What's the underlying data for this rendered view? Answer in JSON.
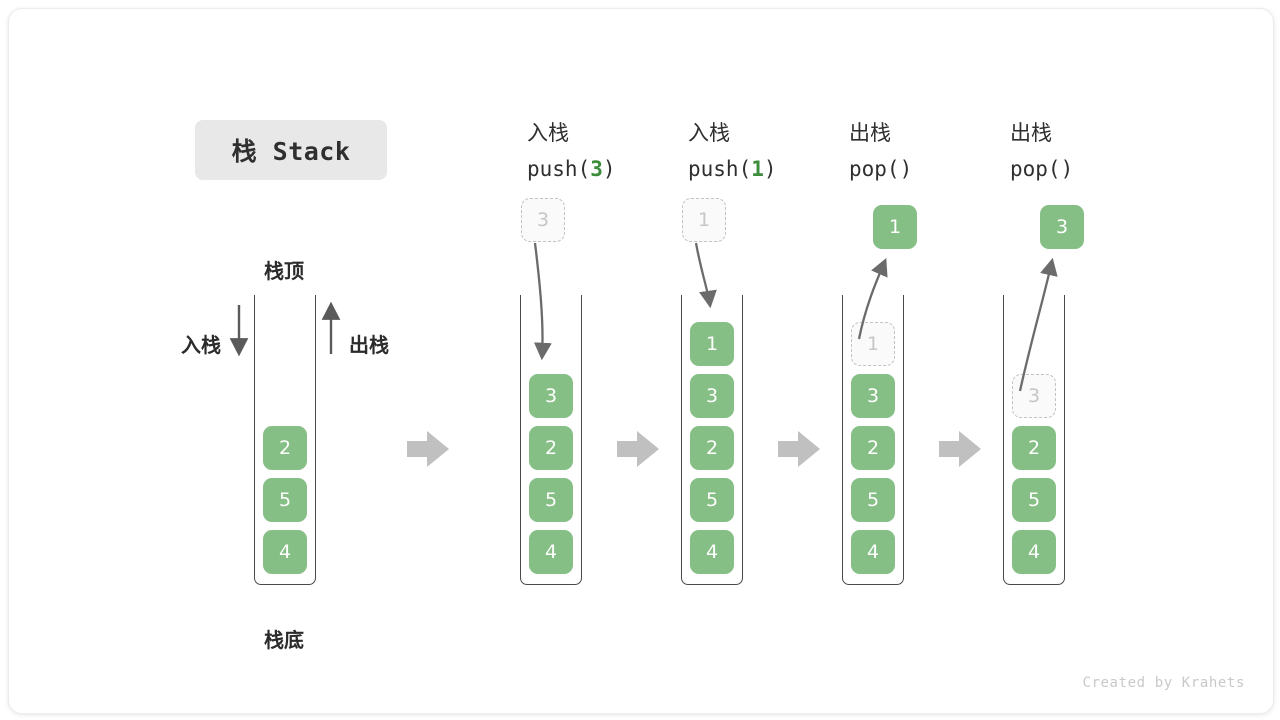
{
  "title": {
    "chip_label": "栈 Stack"
  },
  "legend": {
    "top_label": "栈顶",
    "bottom_label": "栈底",
    "push_label": "入栈",
    "pop_label": "出栈"
  },
  "footer": {
    "credit": "Created by Krahets"
  },
  "colors": {
    "element_fill": "#85bf85",
    "element_text": "#ffffff",
    "ghost_fill": "#fafafa",
    "ghost_border": "#c2c2c2",
    "ghost_text": "#c6c6c6",
    "frame_stroke": "#4a4a4a",
    "flow_arrow": "#c0c0c0",
    "motion_arrow": "#6b6b6b",
    "accent_green": "#3c8c3c",
    "chip_bg": "#e8e8e8",
    "text_dark": "#2b2b2b"
  },
  "stages": [
    {
      "name": "initial",
      "operation_cn": "",
      "operation_code_pre": "",
      "operation_arg": "",
      "operation_code_post": "",
      "cells": [
        {
          "value": "2",
          "state": "filled",
          "slot": 3
        },
        {
          "value": "5",
          "state": "filled",
          "slot": 4
        },
        {
          "value": "4",
          "state": "filled",
          "slot": 5
        }
      ],
      "floating": null
    },
    {
      "name": "push-3",
      "operation_cn": "入栈",
      "operation_code_pre": "push(",
      "operation_arg": "3",
      "operation_code_post": ")",
      "cells": [
        {
          "value": "3",
          "state": "filled",
          "slot": 2
        },
        {
          "value": "2",
          "state": "filled",
          "slot": 3
        },
        {
          "value": "5",
          "state": "filled",
          "slot": 4
        },
        {
          "value": "4",
          "state": "filled",
          "slot": 5
        }
      ],
      "floating": {
        "value": "3",
        "state": "ghost",
        "direction": "in"
      }
    },
    {
      "name": "push-1",
      "operation_cn": "入栈",
      "operation_code_pre": "push(",
      "operation_arg": "1",
      "operation_code_post": ")",
      "cells": [
        {
          "value": "1",
          "state": "filled",
          "slot": 1
        },
        {
          "value": "3",
          "state": "filled",
          "slot": 2
        },
        {
          "value": "2",
          "state": "filled",
          "slot": 3
        },
        {
          "value": "5",
          "state": "filled",
          "slot": 4
        },
        {
          "value": "4",
          "state": "filled",
          "slot": 5
        }
      ],
      "floating": {
        "value": "1",
        "state": "ghost",
        "direction": "in"
      }
    },
    {
      "name": "pop-1",
      "operation_cn": "出栈",
      "operation_code_pre": "pop(",
      "operation_arg": "",
      "operation_code_post": ")",
      "cells": [
        {
          "value": "1",
          "state": "ghost",
          "slot": 1
        },
        {
          "value": "3",
          "state": "filled",
          "slot": 2
        },
        {
          "value": "2",
          "state": "filled",
          "slot": 3
        },
        {
          "value": "5",
          "state": "filled",
          "slot": 4
        },
        {
          "value": "4",
          "state": "filled",
          "slot": 5
        }
      ],
      "floating": {
        "value": "1",
        "state": "filled",
        "direction": "out"
      }
    },
    {
      "name": "pop-3",
      "operation_cn": "出栈",
      "operation_code_pre": "pop(",
      "operation_arg": "",
      "operation_code_post": ")",
      "cells": [
        {
          "value": "3",
          "state": "ghost",
          "slot": 2
        },
        {
          "value": "2",
          "state": "filled",
          "slot": 3
        },
        {
          "value": "5",
          "state": "filled",
          "slot": 4
        },
        {
          "value": "4",
          "state": "filled",
          "slot": 5
        }
      ],
      "floating": {
        "value": "3",
        "state": "filled",
        "direction": "out"
      }
    }
  ],
  "flow_arrows": 4
}
